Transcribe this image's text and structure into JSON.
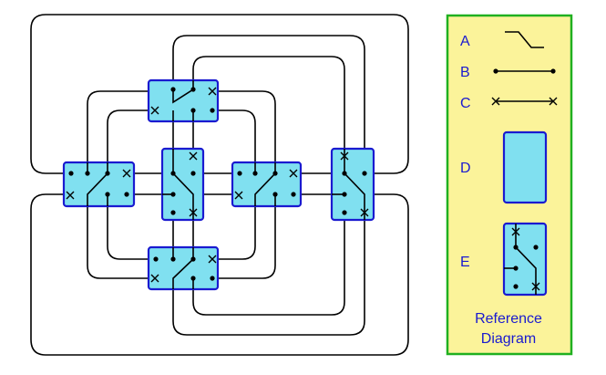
{
  "legend": {
    "items": [
      {
        "letter": "A"
      },
      {
        "letter": "B"
      },
      {
        "letter": "C"
      },
      {
        "letter": "D"
      },
      {
        "letter": "E"
      }
    ],
    "title_line1": "Reference",
    "title_line2": "Diagram"
  },
  "colors": {
    "box_fill": "#80e0f0",
    "box_stroke": "#1a1ad0",
    "legend_fill": "#fbf39a",
    "legend_border": "#20b020",
    "text": "#1a1ad0"
  }
}
